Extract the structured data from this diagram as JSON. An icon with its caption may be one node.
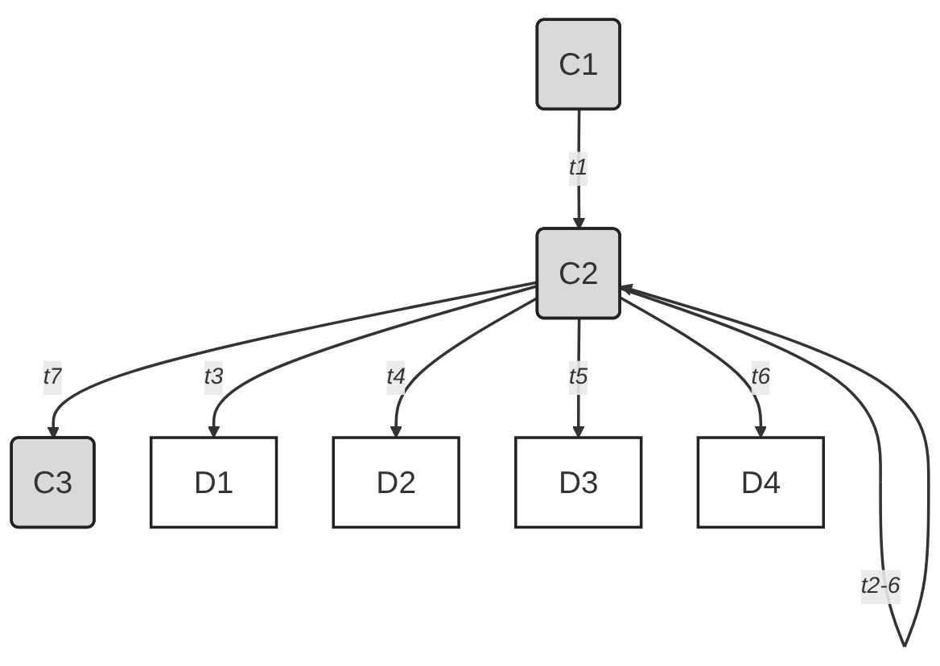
{
  "diagram": {
    "nodes": [
      {
        "text": [
          "C1"
        ]
      },
      {
        "text": [
          "C2"
        ]
      },
      {
        "text": [
          "C3"
        ]
      },
      {
        "text": [
          "D1"
        ]
      },
      {
        "text": [
          "D2"
        ]
      },
      {
        "text": [
          "D3"
        ]
      },
      {
        "text": [
          "D4"
        ]
      }
    ],
    "edges": [
      {
        "from": 0,
        "to": 1,
        "arrow": "to",
        "label": "t1"
      },
      {
        "from": 1,
        "to": 1,
        "arrow": "to",
        "label": "t2-6"
      },
      {
        "from": 1,
        "to": 2,
        "arrow": "to",
        "label": "t7"
      },
      {
        "from": 1,
        "to": 3,
        "arrow": "to",
        "label": "t3"
      },
      {
        "from": 1,
        "to": 4,
        "arrow": "to",
        "label": "t4"
      },
      {
        "from": 1,
        "to": 5,
        "arrow": "to",
        "label": "t5"
      },
      {
        "from": 1,
        "to": 6,
        "arrow": "to",
        "label": "t6"
      }
    ]
  }
}
